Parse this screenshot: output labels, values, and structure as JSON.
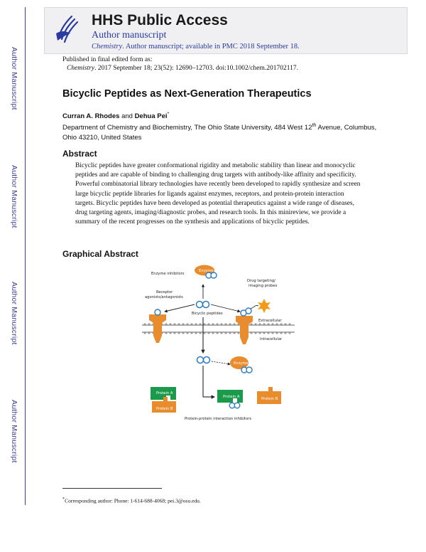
{
  "side_label": "Author Manuscript",
  "header": {
    "title": "HHS Public Access",
    "subtitle": "Author manuscript",
    "journal_italic": "Chemistry",
    "journal_rest": ". Author manuscript; available in PMC 2018 September 18."
  },
  "pub_info": {
    "line1": "Published in final edited form as:",
    "journal_italic": "Chemistry",
    "citation_rest": ". 2017 September 18; 23(52): 12690–12703. doi:10.1002/chem.201702117."
  },
  "paper": {
    "title": "Bicyclic Peptides as Next-Generation Therapeutics",
    "author1": "Curran A. Rhodes",
    "and": "and",
    "author2": "Dehua Pei",
    "author2_mark": "*",
    "affiliation_pre": "Department of Chemistry and Biochemistry, The Ohio State University, 484 West 12",
    "affiliation_sup": "th",
    "affiliation_post": " Avenue, Columbus, Ohio 43210, United States"
  },
  "abstract": {
    "heading": "Abstract",
    "text": "Bicyclic peptides have greater conformational rigidity and metabolic stability than linear and monocyclic peptides and are capable of binding to challenging drug targets with antibody-like affinity and specificity. Powerful combinatorial library technologies have recently been developed to rapidly synthesize and screen large bicyclic peptide libraries for ligands against enzymes, receptors, and protein-protein interaction targets. Bicyclic peptides have been developed as potential therapeutics against a wide range of diseases, drug targeting agents, imaging/diagnostic probes, and research tools. In this minireview, we provide a summary of the recent progresses on the synthesis and applications of bicyclic peptides."
  },
  "graphical_abstract": {
    "heading": "Graphical Abstract",
    "labels": {
      "enzyme_inhibitors": "Enzyme inhibitors",
      "enzyme_top": "Enzyme",
      "drug_targeting_1": "Drug targeting/",
      "drug_targeting_2": "imaging probes",
      "receptor_1": "Receptor",
      "receptor_2": "agonists/antagonists",
      "bicyclic": "Bicyclic peptides",
      "extracellular": "Extracellular",
      "intracellular": "Intracellular",
      "enzyme_bottom": "Enzyme",
      "protein_a": "Protein A",
      "protein_b": "Protein B",
      "protein_a2": "Protein A",
      "protein_b2": "Protein B",
      "ppi": "Protein-protein interaction inhibitors"
    },
    "colors": {
      "orange": "#e98c2e",
      "green": "#1a9a4a",
      "blue": "#2b7bc0",
      "star": "#f29a1a"
    }
  },
  "footnote": {
    "mark": "*",
    "text": "Corresponding author: Phone: 1-614-688-4068; pei.3@osu.edu."
  }
}
